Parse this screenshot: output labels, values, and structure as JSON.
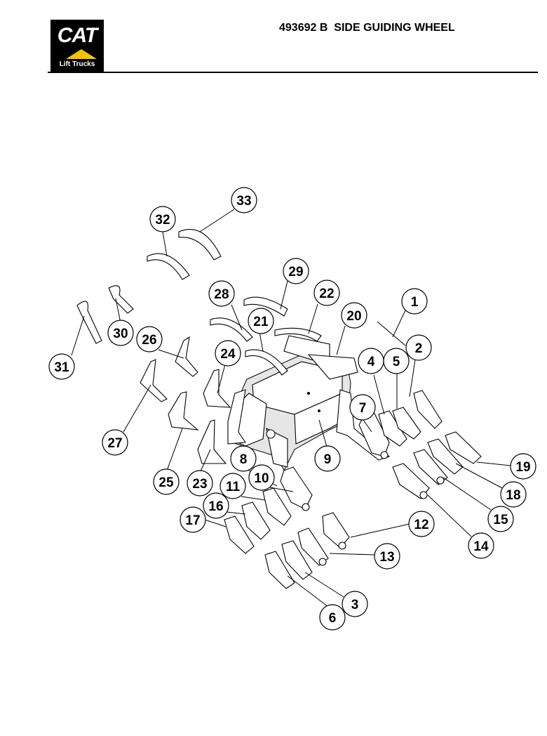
{
  "header": {
    "logo_text": "CAT",
    "logo_subtext": "Lift Trucks",
    "title": "493692 B  SIDE GUIDING WHEEL",
    "brand_colors": {
      "logo_bg": "#000000",
      "logo_accent": "#f5c400"
    }
  },
  "callouts": [
    "1",
    "2",
    "3",
    "4",
    "5",
    "6",
    "7",
    "8",
    "9",
    "10",
    "11",
    "12",
    "13",
    "14",
    "15",
    "16",
    "17",
    "18",
    "19",
    "20",
    "21",
    "22",
    "23",
    "24",
    "25",
    "26",
    "27",
    "28",
    "29",
    "30",
    "31",
    "32",
    "33"
  ]
}
